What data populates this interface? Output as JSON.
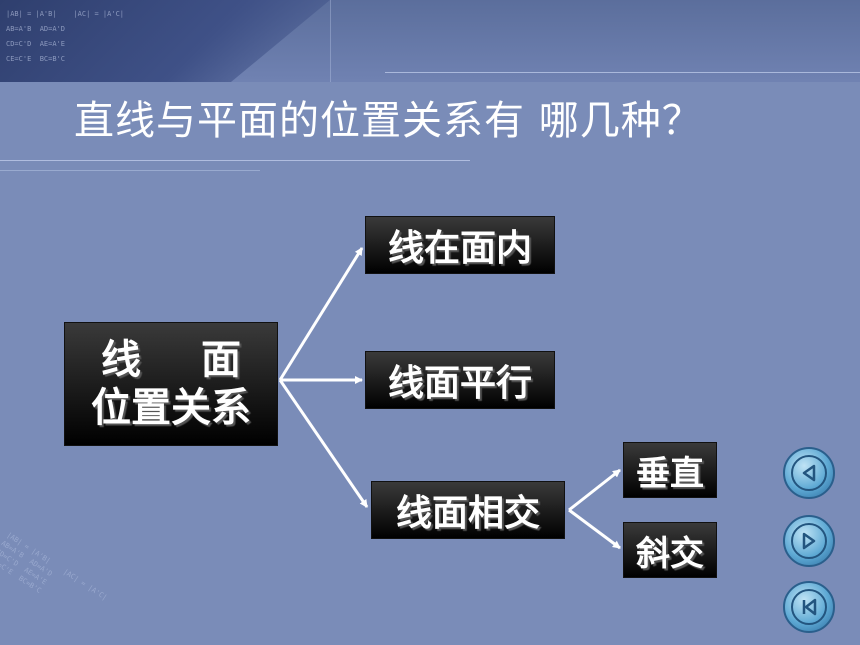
{
  "slide": {
    "title": "直线与平面的位置关系有 哪几种？",
    "decor_math_lines": [
      "|AB| = |A'B|    |AC| = |A'C|",
      "AB=A'B  AD=A'D",
      "CD=C'D  AE=A'E",
      "CE=C'E  BC=B'C"
    ]
  },
  "diagram": {
    "root": {
      "line1_a": "线",
      "line1_b": "面",
      "line2": "位置关系"
    },
    "branches": [
      {
        "label": "线在面内"
      },
      {
        "label": "线面平行"
      },
      {
        "label": "线面相交"
      }
    ],
    "sub_branches": [
      {
        "label": "垂直"
      },
      {
        "label": "斜交"
      }
    ]
  },
  "nav": {
    "buttons": [
      {
        "icon": "triangle-left-icon"
      },
      {
        "icon": "triangle-right-icon"
      },
      {
        "icon": "skip-to-start-icon"
      }
    ],
    "colors": {
      "button_fill": "#5ea9d4",
      "button_border": "#2a5f8c"
    }
  },
  "colors": {
    "background": "#7a8cb8",
    "box_fill": "#000000",
    "text": "#ffffff"
  }
}
